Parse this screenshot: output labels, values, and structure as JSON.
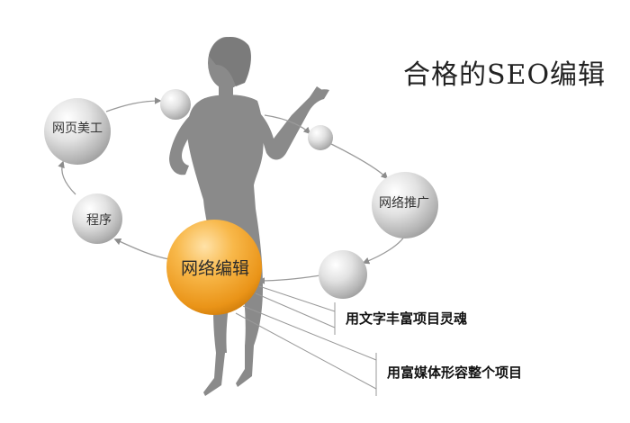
{
  "title": "合格的SEO编辑",
  "nodes": {
    "web_design": "网页美工",
    "program": "程序",
    "promotion": "网络推广",
    "editing": "网络编辑"
  },
  "annotations": {
    "first": "用文字丰富项目灵魂",
    "second": "用富媒体形容整个项目"
  },
  "colors": {
    "accent": "#f2a01e",
    "node_gray": "#c8c8c8",
    "silhouette": "#8a8a8a"
  }
}
